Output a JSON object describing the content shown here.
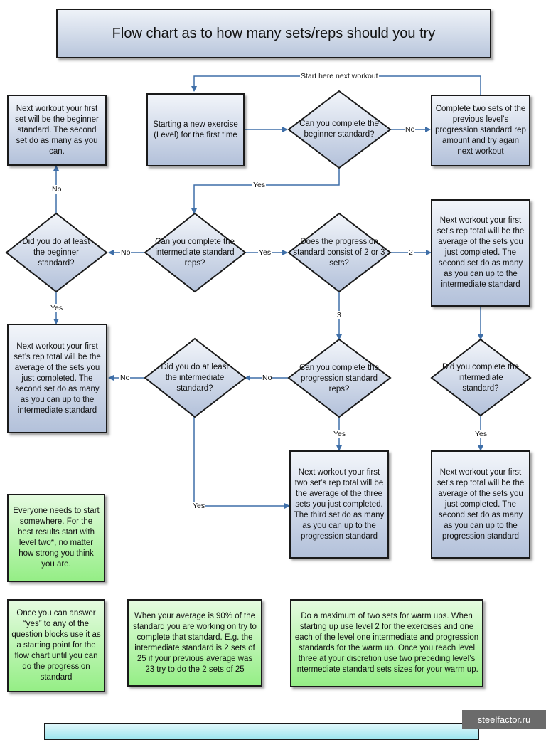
{
  "title": "Flow chart as to how many sets/reps should you try",
  "boxes": {
    "start": "Starting a new exercise (Level) for the first time",
    "complete_two_sets": "Complete two sets of the previous level’s progression standard rep amount and try again next workout",
    "beginner_result": "Next workout your first set will be the beginner standard.  The second set do as many as you can.",
    "avg_intermediate_left": "Next workout your first set’s rep total will be the average of the sets you just completed. The second set do as many as you can up to the intermediate standard",
    "avg_intermediate_right": "Next workout your first set’s rep total will be the average of the sets you just completed. The second set do as many as you can up to the intermediate standard",
    "three_sets_result": "Next workout your first two set’s rep total will be the average of the three sets you just completed.  The third set do as many as you can up to the progression standard",
    "avg_progression_right": "Next workout your first set’s rep total will be the average of the sets you just completed. The second set do as many as you can up to the progression standard"
  },
  "decisions": {
    "beginner": "Can you complete the beginner standard?",
    "intermediate": "Can you complete the intermediate standard reps?",
    "beginner_atleast": "Did you do at least the beginner standard?",
    "progression_sets": "Does the progression standard consist of 2 or 3 sets?",
    "progression_reps": "Can you complete the progression standard reps?",
    "intermediate_atleast": "Did you do at least the intermediate standard?",
    "intermediate_complete": "Did you complete the intermediate standard?"
  },
  "labels": {
    "start_here": "Start here next workout",
    "no": "No",
    "yes": "Yes",
    "two": "2",
    "three": "3"
  },
  "notes": {
    "everyone": "Everyone needs to start somewhere.  For the best results start with level two*, no matter how strong you think you are.",
    "once_yes": "Once you can answer “yes” to any of the question blocks use it as a starting point for the flow chart until you can do the progression standard",
    "average_90": "When your average is 90% of the standard you are working on try to complete that standard. E.g. the intermediate standard is 2 sets of 25 if your previous average was 23 try to do the 2 sets of 25",
    "warmup": "Do a maximum of two sets for warm ups.  When starting up use level 2 for the exercises and one each of the level one intermediate and progression standards for the warm up.  Once you reach level three at your discretion use two preceding level’s intermediate standard sets sizes for your warm up."
  },
  "watermark": "steelfactor.ru",
  "colors": {
    "box_fill": "#b3c1da",
    "note_fill": "#95ee86",
    "arrow": "#3f6fa8"
  }
}
